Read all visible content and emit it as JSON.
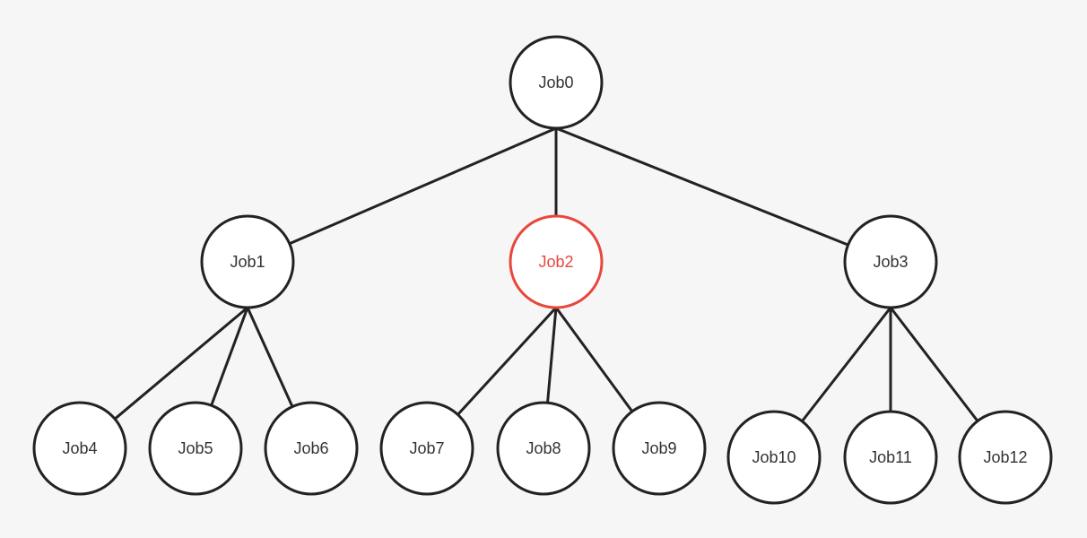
{
  "colors": {
    "background": "#f6f6f6",
    "default_stroke": "#222222",
    "highlight_stroke": "#e8473b",
    "node_fill": "#ffffff",
    "text": "#333333"
  },
  "tree": {
    "nodes": [
      {
        "id": "job0",
        "label": "Job0",
        "highlighted": false
      },
      {
        "id": "job1",
        "label": "Job1",
        "highlighted": false
      },
      {
        "id": "job2",
        "label": "Job2",
        "highlighted": true
      },
      {
        "id": "job3",
        "label": "Job3",
        "highlighted": false
      },
      {
        "id": "job4",
        "label": "Job4",
        "highlighted": false
      },
      {
        "id": "job5",
        "label": "Job5",
        "highlighted": false
      },
      {
        "id": "job6",
        "label": "Job6",
        "highlighted": false
      },
      {
        "id": "job7",
        "label": "Job7",
        "highlighted": false
      },
      {
        "id": "job8",
        "label": "Job8",
        "highlighted": false
      },
      {
        "id": "job9",
        "label": "Job9",
        "highlighted": false
      },
      {
        "id": "job10",
        "label": "Job10",
        "highlighted": false
      },
      {
        "id": "job11",
        "label": "Job11",
        "highlighted": false
      },
      {
        "id": "job12",
        "label": "Job12",
        "highlighted": false
      }
    ],
    "edges": [
      {
        "from": "job0",
        "to": "job1"
      },
      {
        "from": "job0",
        "to": "job2"
      },
      {
        "from": "job0",
        "to": "job3"
      },
      {
        "from": "job1",
        "to": "job4"
      },
      {
        "from": "job1",
        "to": "job5"
      },
      {
        "from": "job1",
        "to": "job6"
      },
      {
        "from": "job2",
        "to": "job7"
      },
      {
        "from": "job2",
        "to": "job8"
      },
      {
        "from": "job2",
        "to": "job9"
      },
      {
        "from": "job3",
        "to": "job10"
      },
      {
        "from": "job3",
        "to": "job11"
      },
      {
        "from": "job3",
        "to": "job12"
      }
    ]
  }
}
